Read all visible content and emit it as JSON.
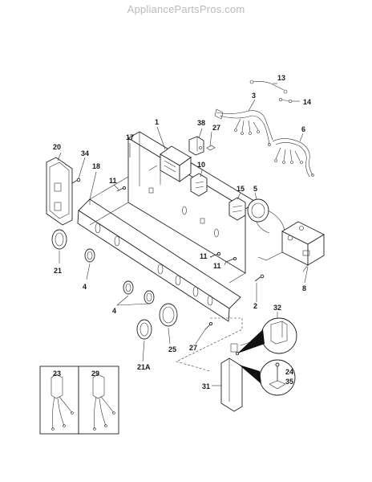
{
  "watermark": "AppliancePartsPros.com",
  "callouts": {
    "c1": "1",
    "c2": "2",
    "c3": "3",
    "c4a": "4",
    "c4b": "4",
    "c5": "5",
    "c6": "6",
    "c8": "8",
    "c10": "10",
    "c11a": "11",
    "c11b": "11",
    "c11c": "11",
    "c13": "13",
    "c14": "14",
    "c15": "15",
    "c17": "17",
    "c18": "18",
    "c20": "20",
    "c21": "21",
    "c21a": "21A",
    "c23": "23",
    "c24": "24",
    "c25": "25",
    "c27a": "27",
    "c27b": "27",
    "c29": "29",
    "c31": "31",
    "c32": "32",
    "c34": "34",
    "c35": "35",
    "c38": "38"
  }
}
